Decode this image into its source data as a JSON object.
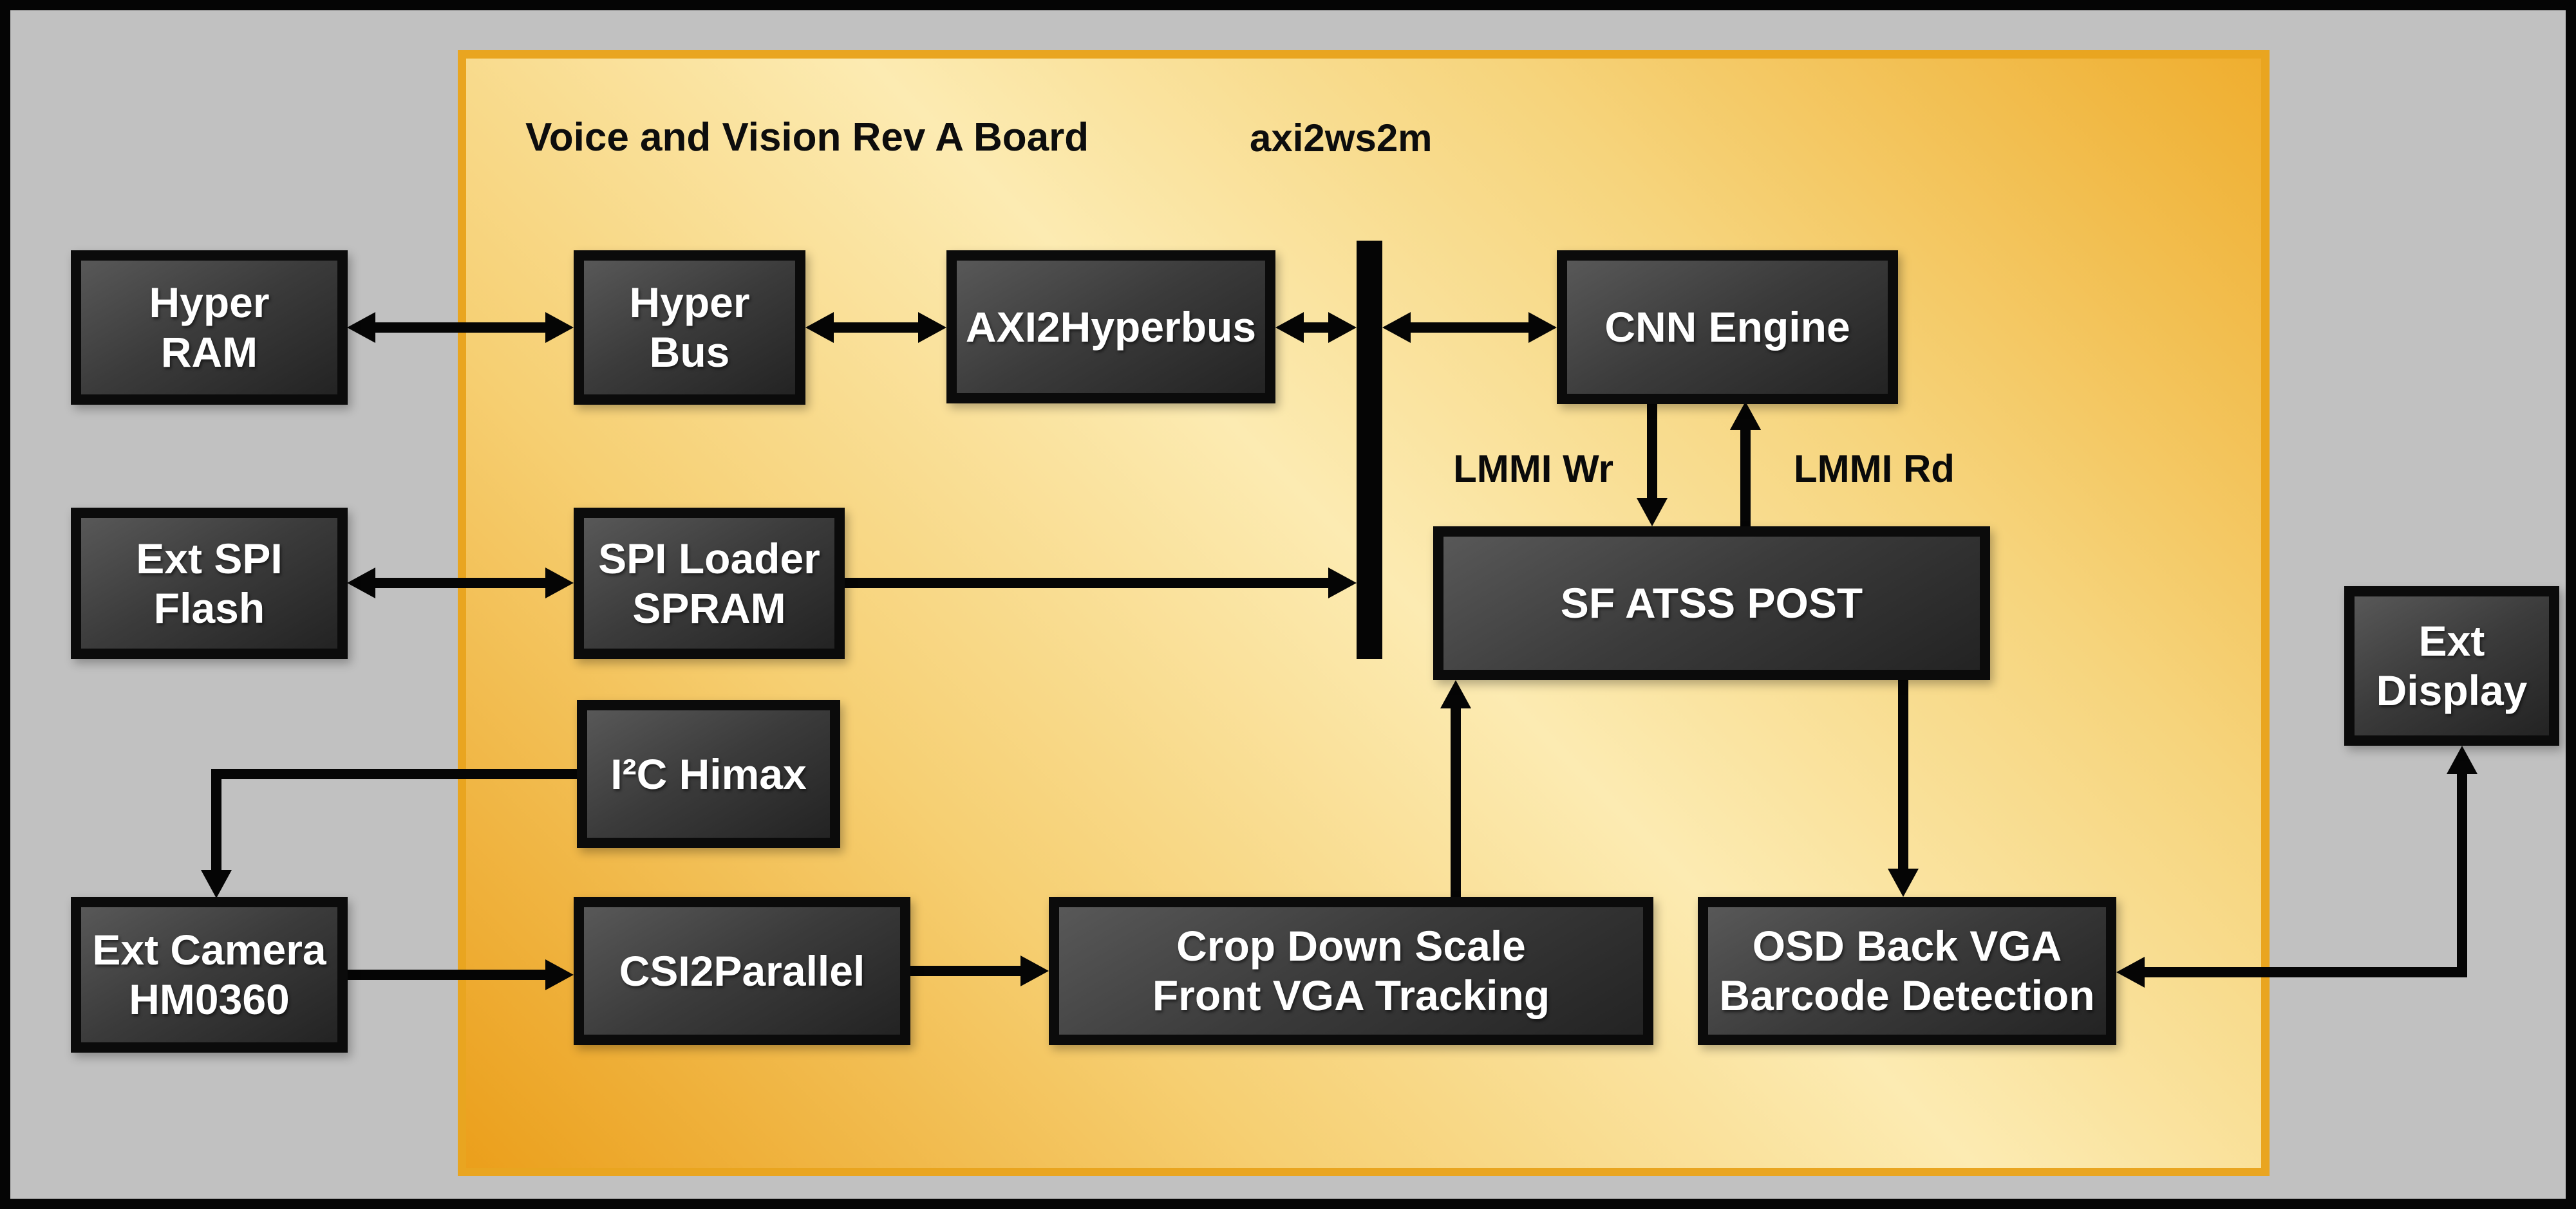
{
  "board": {
    "title": "Voice and Vision Rev A Board",
    "subtitle": "axi2ws2m"
  },
  "labels": {
    "lmmi_wr": "LMMI Wr",
    "lmmi_rd": "LMMI Rd"
  },
  "blocks": {
    "hyper_ram": {
      "line1": "Hyper",
      "line2": "RAM"
    },
    "hyper_bus": {
      "line1": "Hyper",
      "line2": "Bus"
    },
    "axi2hyperbus": {
      "line1": "AXI2Hyperbus"
    },
    "cnn_engine": {
      "line1": "CNN Engine"
    },
    "ext_spi_flash": {
      "line1": "Ext SPI",
      "line2": "Flash"
    },
    "spi_loader_spram": {
      "line1": "SPI Loader",
      "line2": "SPRAM"
    },
    "sf_atss_post": {
      "line1": "SF ATSS POST"
    },
    "i2c_himax": {
      "line1": "I²C Himax"
    },
    "ext_camera_hm0360": {
      "line1": "Ext Camera",
      "line2": "HM0360"
    },
    "csi2parallel": {
      "line1": "CSI2Parallel"
    },
    "crop_down_scale": {
      "line1": "Crop Down Scale",
      "line2": "Front VGA Tracking"
    },
    "osd_back_vga": {
      "line1": "OSD Back VGA",
      "line2": "Barcode Detection"
    },
    "ext_display": {
      "line1": "Ext",
      "line2": "Display"
    }
  },
  "colors": {
    "background_gray": "#c1c1c1",
    "outer_frame": "#050505",
    "board_border": "#e9a520",
    "board_fill_light": "#fcebb2",
    "board_fill_dark": "#eb9f1b",
    "block_frame": "#0b0b0b",
    "block_fill_light": "#585858",
    "block_fill_dark": "#232323",
    "block_text": "#ffffff",
    "connector": "#050505",
    "label_text": "#0a0a0a"
  }
}
